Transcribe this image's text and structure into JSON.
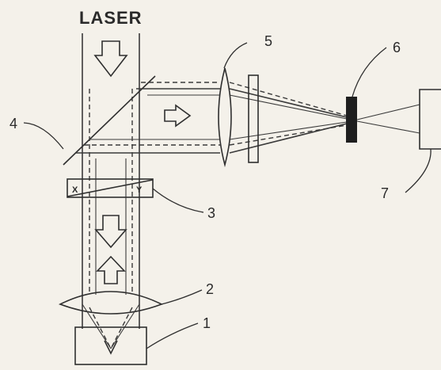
{
  "title": "LASER",
  "components": [
    {
      "label": "1"
    },
    {
      "label": "2"
    },
    {
      "label": "3"
    },
    {
      "label": "4"
    },
    {
      "label": "5"
    },
    {
      "label": "6"
    },
    {
      "label": "7"
    }
  ],
  "polarizer_marks": {
    "left": "X",
    "right": "Y"
  },
  "colors": {
    "ink": "#2f2f2f",
    "paper": "#f4f1ea",
    "sample": "#1e1e1e"
  }
}
